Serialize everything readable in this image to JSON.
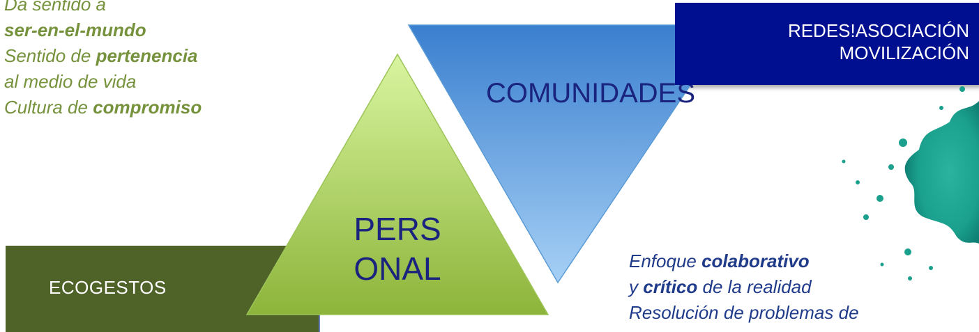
{
  "left_block": {
    "line1": "Da sentido a",
    "line2": "ser-en-el-mundo",
    "line3_prefix": "Sentido de ",
    "line3_bold": "pertenencia",
    "line4": "al medio de vida",
    "line5_prefix": "Cultura de ",
    "line5_bold": "compromiso"
  },
  "ecogestos": {
    "label": "ECOGESTOS"
  },
  "personal": {
    "line1": "PERS",
    "line2": "ONAL"
  },
  "comunidades": {
    "label": "COMUNIDADES"
  },
  "redes": {
    "line1": "REDES!ASOCIACIÓN",
    "line2": "MOVILIZACIÓN"
  },
  "right_block": {
    "line1_prefix": "Enfoque ",
    "line1_bold": "colaborativo",
    "line2_prefix": "y ",
    "line2_bold": "crítico",
    "line2_suffix": " de la realidad",
    "line3": "Resolución de problemas de"
  },
  "colors": {
    "olive_text": "#76923c",
    "ecogestos_bg": "#4f6228",
    "redes_bg": "#000f8f",
    "personal_fill_top": "#d9f5a0",
    "personal_fill_bottom": "#8db43a",
    "comunidad_fill_top": "#3a7fcf",
    "comunidad_fill_bottom": "#a6d0f5",
    "paint_splash": "#1aa08c"
  }
}
